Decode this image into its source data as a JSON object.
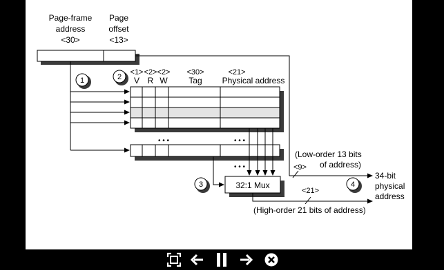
{
  "diagram": {
    "page_frame_label": [
      "Page-frame",
      "address",
      "<30>"
    ],
    "page_offset_label": [
      "Page",
      "offset",
      "<13>"
    ],
    "field_widths": [
      "<1>",
      "<2>",
      "<2>",
      "<30>",
      "<21>"
    ],
    "field_names": [
      "V",
      "R",
      "W",
      "Tag",
      "Physical address"
    ],
    "steps": [
      "1",
      "2",
      "3",
      "4"
    ],
    "ellipsis": "• • •",
    "low_order_label": [
      "(Low-order 13 bits",
      "of address)"
    ],
    "low_order_width": "<9>",
    "mux_label": "32:1 Mux",
    "high_order_width": "<21>",
    "high_order_label": "(High-order 21 bits of address)",
    "output_label": [
      "34-bit",
      "physical",
      "address"
    ]
  },
  "toolbar": {
    "buttons": [
      "fit-screen-icon",
      "previous-arrow-icon",
      "pause-icon",
      "next-arrow-icon",
      "close-icon"
    ]
  },
  "colors": {
    "background": "#000000",
    "canvas": "#ffffff",
    "shadow": "#3a3a3a",
    "highlight_row": "#e4e4e4",
    "ink": "#000000"
  }
}
